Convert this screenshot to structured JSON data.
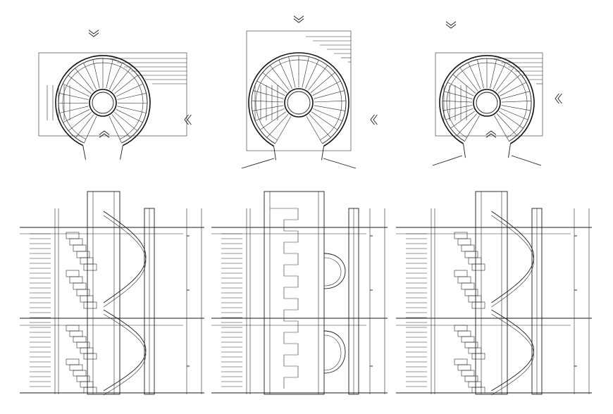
{
  "drawing": {
    "background_color": "#ffffff",
    "line_color": "#1a1a1a",
    "plans": [
      {
        "name": "plan-left",
        "rise_arrow_directions": [
          "down",
          "up",
          "left"
        ]
      },
      {
        "name": "plan-center",
        "rise_arrow_directions": [
          "down",
          "left"
        ]
      },
      {
        "name": "plan-right",
        "rise_arrow_directions": [
          "down",
          "up",
          "left"
        ]
      }
    ],
    "elevations": [
      {
        "name": "elevation-left"
      },
      {
        "name": "elevation-center"
      },
      {
        "name": "elevation-right"
      }
    ]
  }
}
